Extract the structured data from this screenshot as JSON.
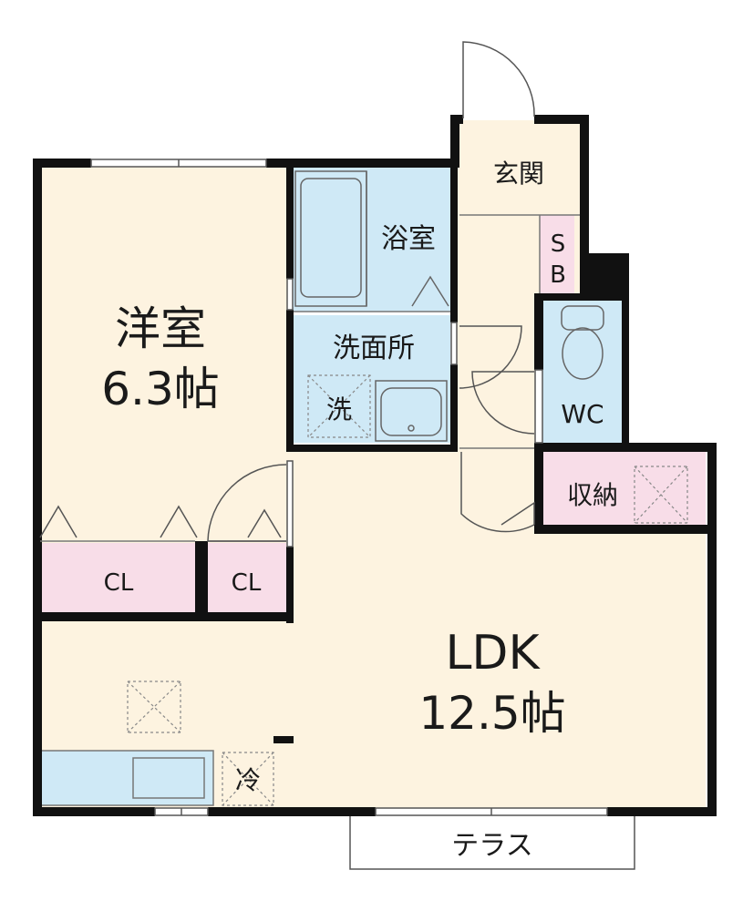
{
  "rooms": {
    "western_room": {
      "name": "洋室",
      "size": "6.3帖"
    },
    "ldk": {
      "name": "LDK",
      "size": "12.5帖"
    },
    "entrance": {
      "name": "玄関"
    },
    "shoebox": {
      "line1": "S",
      "line2": "B"
    },
    "bathroom": {
      "name": "浴室"
    },
    "washroom": {
      "name": "洗面所"
    },
    "washer": {
      "name": "洗"
    },
    "toilet": {
      "name": "WC"
    },
    "storage": {
      "name": "収納"
    },
    "closet_large": {
      "name": "CL"
    },
    "closet_small": {
      "name": "CL"
    },
    "fridge": {
      "name": "冷"
    },
    "terrace": {
      "name": "テラス"
    }
  },
  "colors": {
    "floor": "#fdf3e0",
    "wet_area": "#cfe9f6",
    "closet": "#f8dde8",
    "wall": "#111111",
    "line": "#666666"
  }
}
